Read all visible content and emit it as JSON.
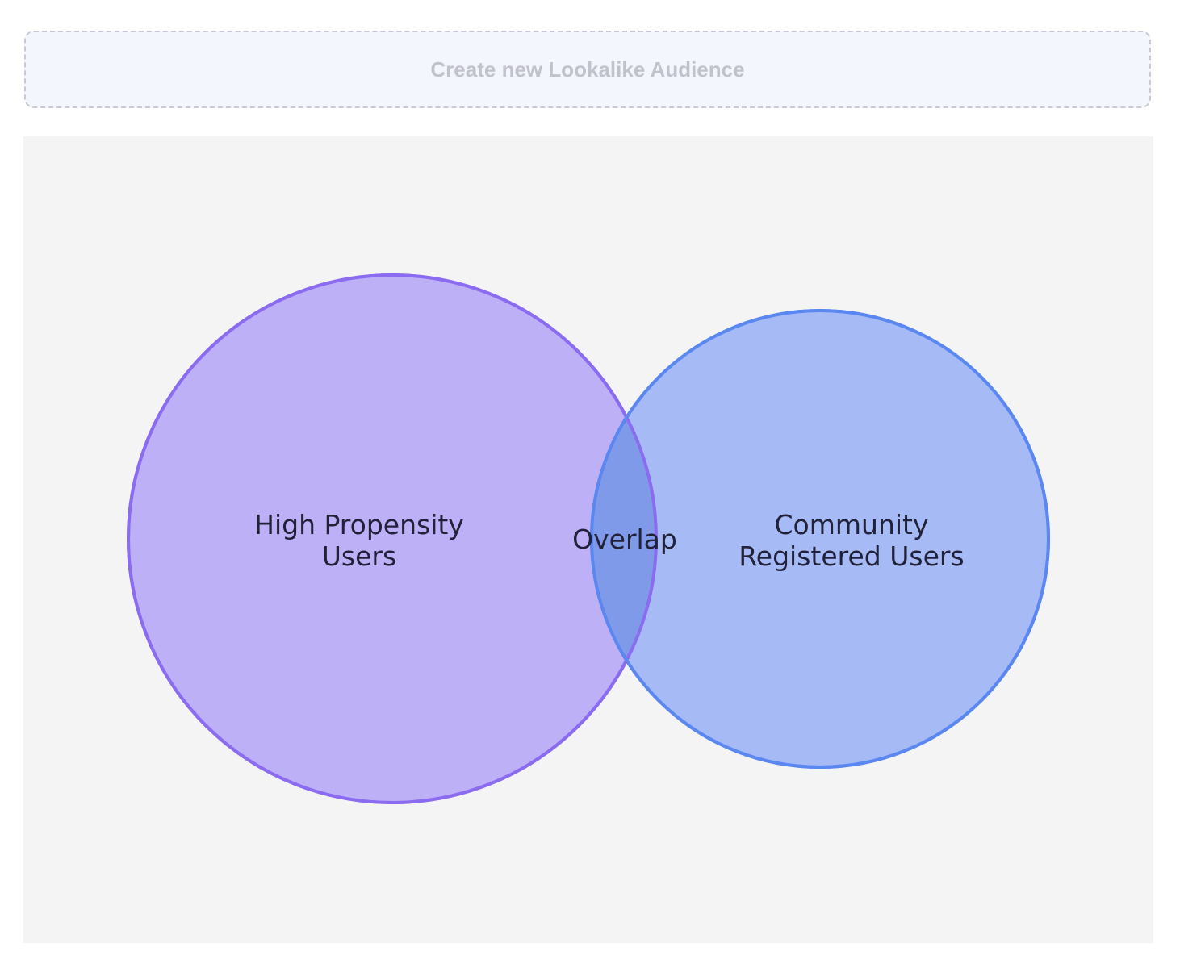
{
  "header": {
    "create_button_label": "Create new Lookalike Audience"
  },
  "venn": {
    "sets": [
      {
        "label_line1": "High Propensity",
        "label_line2": "Users",
        "fill": "#bdb0f7",
        "stroke": "#8b6cf0"
      },
      {
        "label_line1": "Community",
        "label_line2": "Registered Users",
        "fill": "#a6bbf6",
        "stroke": "#5b88f0"
      }
    ],
    "overlap_label": "Overlap",
    "overlap_fill": "#7f9ae8"
  }
}
